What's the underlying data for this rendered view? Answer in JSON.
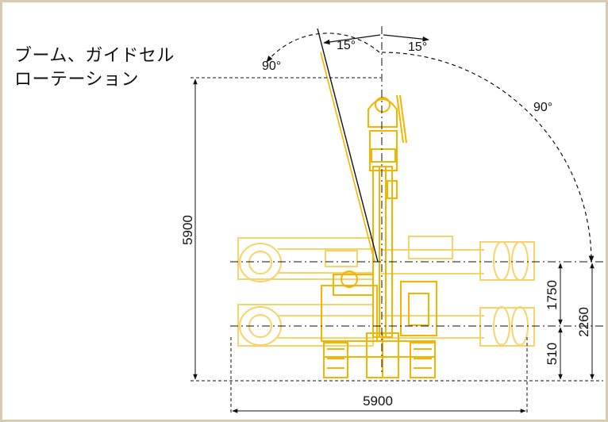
{
  "title": {
    "line1": "ブーム、ガイドセル",
    "line2": "ローテーション"
  },
  "angles": {
    "top_left": "90°",
    "top_mid_left": "15°",
    "top_mid_right": "15°",
    "right": "90°"
  },
  "dimensions": {
    "total_height": "5900",
    "total_width": "5900",
    "right_overall": "2260",
    "right_upper": "1750",
    "right_lower": "510"
  },
  "colors": {
    "machine": "#f5b400",
    "machine_ghost": "#f8d36a",
    "line": "#111111",
    "frame": "#d9cbb0"
  }
}
